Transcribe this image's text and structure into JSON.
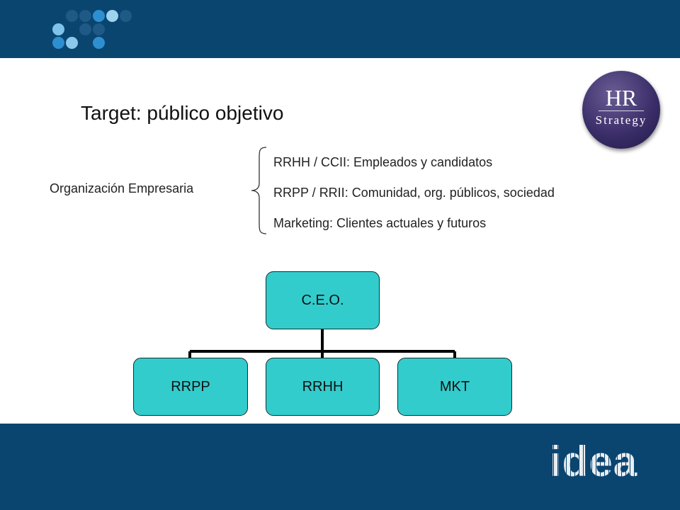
{
  "slide": {
    "title": "Target: público objetivo",
    "organization_label": "Organización Empresaria",
    "targets": [
      "RRHH / CCII: Empleados y candidatos",
      "RRPP / RRII: Comunidad, org. públicos, sociedad",
      "Marketing: Clientes actuales y futuros"
    ]
  },
  "org_chart": {
    "root": "C.E.O.",
    "children": [
      "RRPP",
      "RRHH",
      "MKT"
    ]
  },
  "logos": {
    "hr_strategy": {
      "line1": "HR",
      "line2": "Strategy"
    },
    "idea": "idea"
  },
  "colors": {
    "band": "#0a4570",
    "node_fill": "#33cccc",
    "hr_logo": "#3c2f6a"
  }
}
